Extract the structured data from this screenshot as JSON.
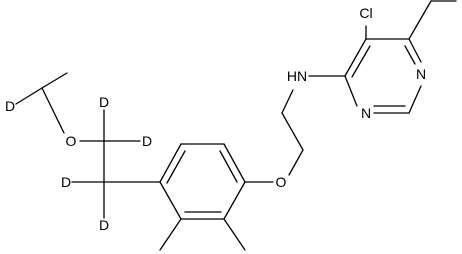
{
  "structure": {
    "atoms": {
      "cl": "Cl",
      "n_ring_upper": "N",
      "n_ring_lower": "N",
      "nh": "HN",
      "o_ether": "O",
      "o_isopropoxy": "O",
      "d_isopropyl": "D",
      "d_ch2o_top": "D",
      "d_ch2o_right": "D",
      "d_ch2ar_left": "D",
      "d_ch2ar_bottom": "D"
    }
  }
}
